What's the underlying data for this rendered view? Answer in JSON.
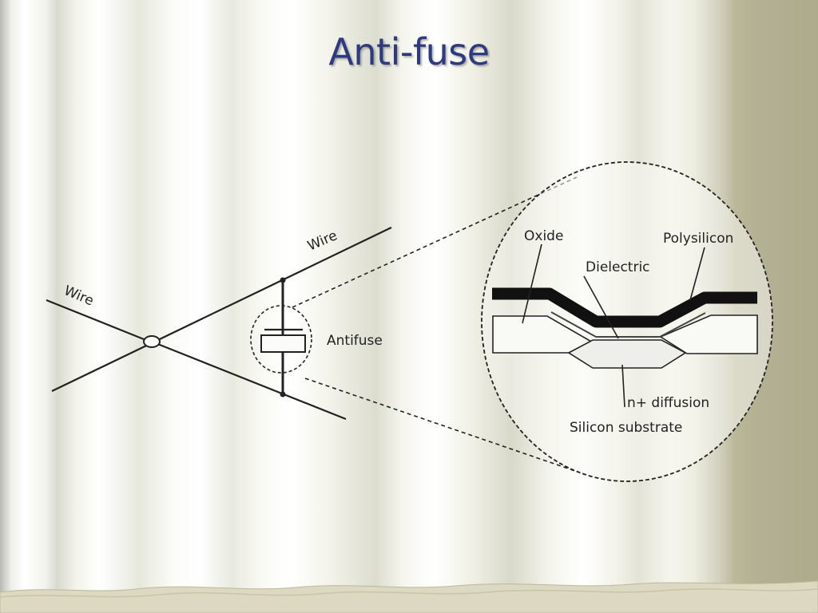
{
  "slide": {
    "title": "Anti-fuse"
  },
  "diagram": {
    "labels": {
      "wire_upper": "Wire",
      "wire_lower": "Wire",
      "antifuse": "Antifuse",
      "oxide": "Oxide",
      "polysilicon": "Polysilicon",
      "dielectric": "Dielectric",
      "n_diffusion": "n+ diffusion",
      "silicon_substrate": "Silicon substrate"
    }
  }
}
